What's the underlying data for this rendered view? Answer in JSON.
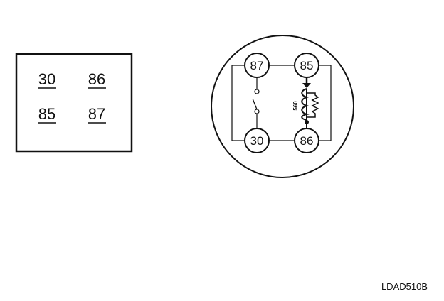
{
  "connector_face": {
    "pins": [
      {
        "label": "30"
      },
      {
        "label": "86"
      },
      {
        "label": "85"
      },
      {
        "label": "87"
      }
    ]
  },
  "relay_schematic": {
    "terminals": {
      "top_left": "87",
      "top_right": "85",
      "bottom_left": "30",
      "bottom_right": "86"
    },
    "resistor_label": "560"
  },
  "figure_code": "LDAD510B"
}
